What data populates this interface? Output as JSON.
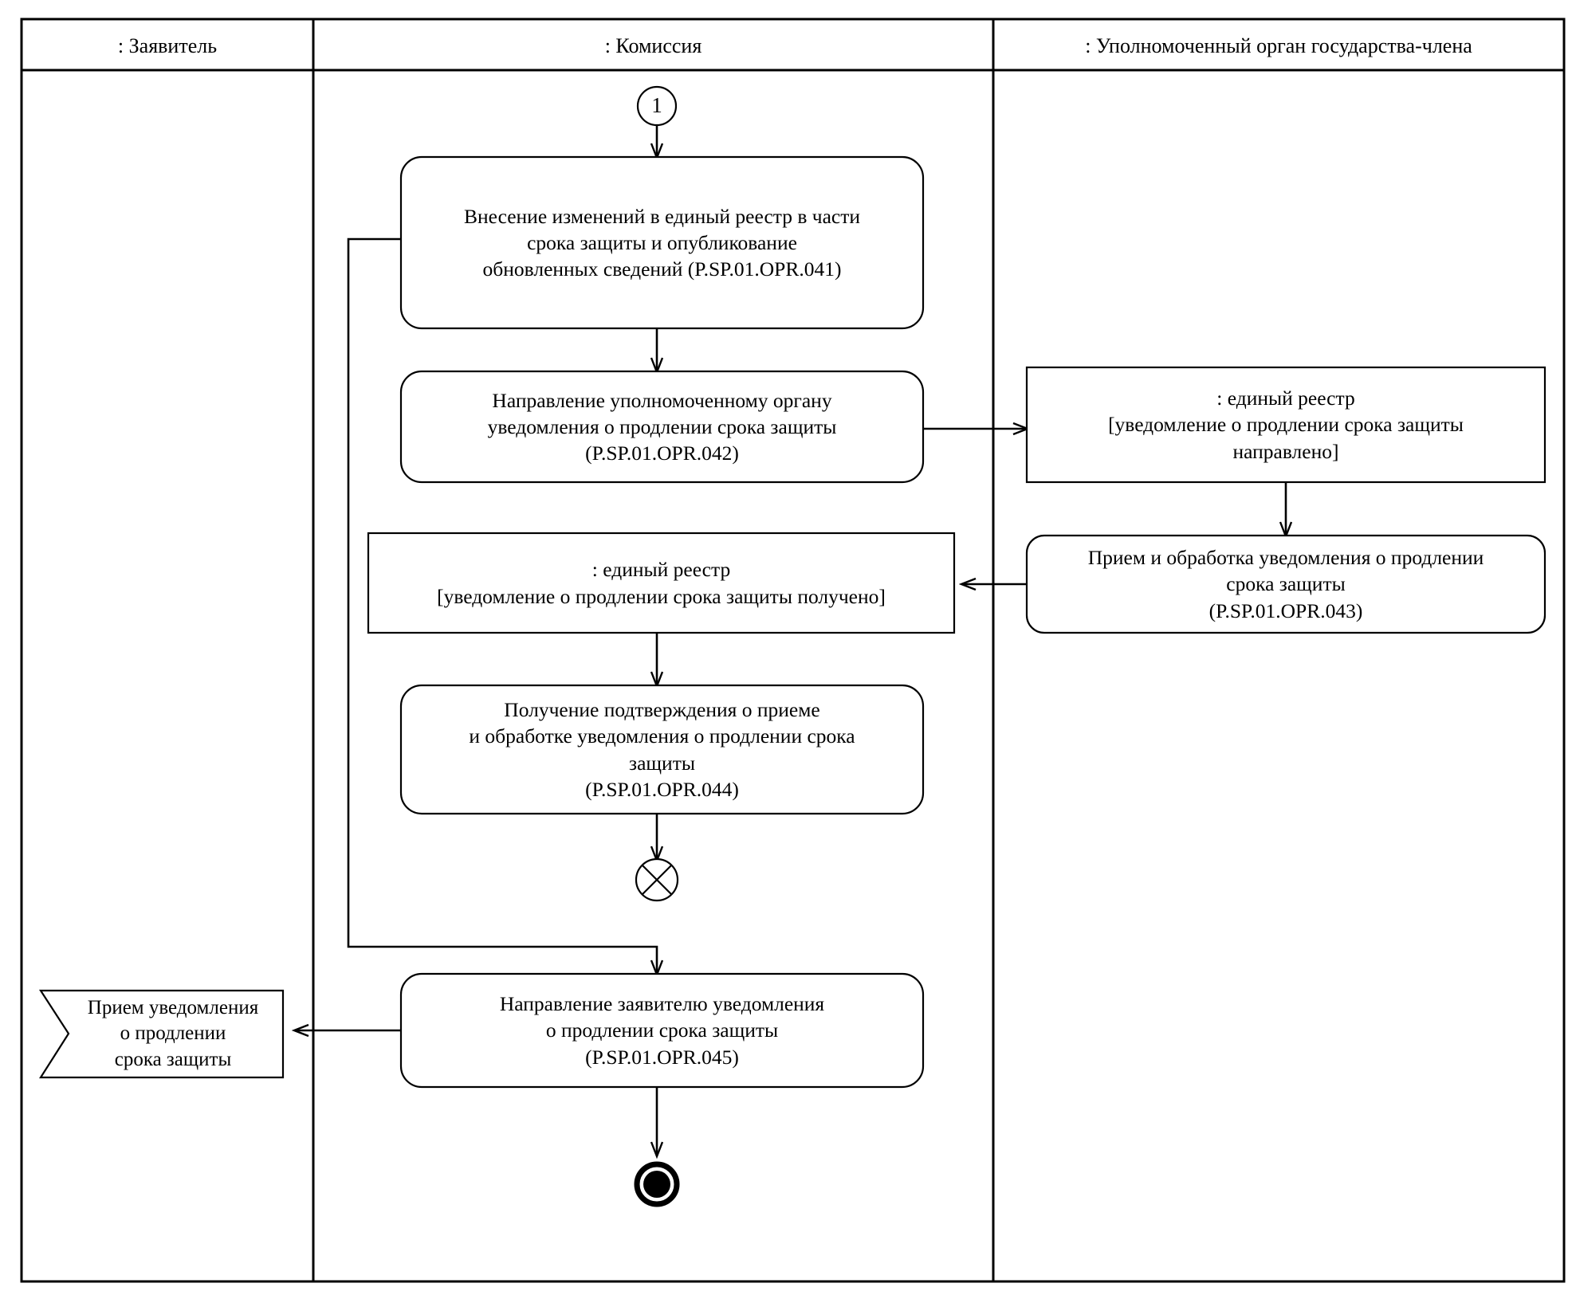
{
  "diagram": {
    "type": "uml-activity-diagram",
    "title": "",
    "stroke_color": "#000000",
    "fill_color": "#ffffff",
    "background": "#ffffff"
  },
  "lanes": [
    {
      "id": "lane-applicant",
      "title": ": Заявитель"
    },
    {
      "id": "lane-commission",
      "title": ": Комиссия"
    },
    {
      "id": "lane-authorized-body",
      "title": ": Уполномоченный орган государства-члена"
    }
  ],
  "nodes": {
    "connector_in": {
      "kind": "connector",
      "label": "1"
    },
    "act_041": {
      "kind": "action",
      "lane": "lane-commission",
      "lines": [
        "Внесение изменений в единый реестр в части",
        "срока защиты и опубликование",
        "обновленных сведений (P.SP.01.OPR.041)"
      ]
    },
    "act_042": {
      "kind": "action",
      "lane": "lane-commission",
      "lines": [
        "Направление уполномоченному органу",
        "уведомления о продлении срока защиты",
        "(P.SP.01.OPR.042)"
      ]
    },
    "obj_sent": {
      "kind": "object-node",
      "lane": "lane-authorized-body",
      "lines": [
        ": единый реестр",
        "[уведомление о продлении срока защиты",
        "направлено]"
      ]
    },
    "act_043": {
      "kind": "action",
      "lane": "lane-authorized-body",
      "lines": [
        "Прием и обработка уведомления о продлении",
        "срока защиты",
        "(P.SP.01.OPR.043)"
      ]
    },
    "obj_received": {
      "kind": "object-node",
      "lane": "lane-commission",
      "lines": [
        ": единый реестр",
        "[уведомление о продлении срока защиты получено]"
      ]
    },
    "act_044": {
      "kind": "action",
      "lane": "lane-commission",
      "lines": [
        "Получение подтверждения о приеме",
        "и обработке уведомления о продлении срока",
        "защиты",
        "(P.SP.01.OPR.044)"
      ]
    },
    "flow_final": {
      "kind": "flow-final-node",
      "lane": "lane-commission",
      "label": ""
    },
    "act_045": {
      "kind": "action",
      "lane": "lane-commission",
      "lines": [
        "Направление заявителю уведомления",
        "о продлении срока защиты",
        "(P.SP.01.OPR.045)"
      ]
    },
    "signal_receipt": {
      "kind": "accept-signal",
      "lane": "lane-applicant",
      "lines": [
        "Прием уведомления",
        "о продлении",
        "срока защиты"
      ]
    },
    "activity_final": {
      "kind": "activity-final-node",
      "lane": "lane-commission",
      "label": ""
    }
  },
  "edges": [
    {
      "from": "connector_in",
      "to": "act_041",
      "label": ""
    },
    {
      "from": "act_041",
      "to": "act_042",
      "label": ""
    },
    {
      "from": "act_042",
      "to": "obj_sent",
      "label": ""
    },
    {
      "from": "obj_sent",
      "to": "act_043",
      "label": ""
    },
    {
      "from": "act_043",
      "to": "obj_received",
      "label": ""
    },
    {
      "from": "obj_received",
      "to": "act_044",
      "label": ""
    },
    {
      "from": "act_044",
      "to": "flow_final",
      "label": ""
    },
    {
      "from": "act_041",
      "to": "act_045",
      "label": ""
    },
    {
      "from": "act_045",
      "to": "signal_receipt",
      "label": ""
    },
    {
      "from": "act_045",
      "to": "activity_final",
      "label": ""
    }
  ]
}
